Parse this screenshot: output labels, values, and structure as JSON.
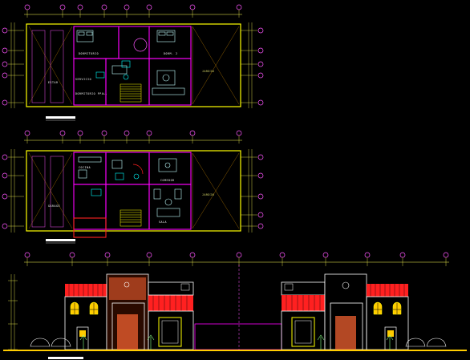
{
  "drawing": {
    "background": "#000000",
    "colors": {
      "wall": "#ffff00",
      "interior": "#ff00ff",
      "fixture": "#00ffff",
      "furniture": "#c0ffff",
      "dimension": "#ffff55",
      "axis_marker": "#ff55ff",
      "hatch": "#ffaa00",
      "roof_tile": "#ff2020",
      "brick": "#ff6633",
      "ground": "#ffcc00",
      "title_bar": "#ffffff",
      "plants": "#88ff88"
    },
    "upper_plan": {
      "room_labels": [
        "DORMITORIO",
        "DORM. 2",
        "SERVICIO",
        "DORMITORIO PPAL.",
        "JARDIN",
        "ESTAR"
      ]
    },
    "lower_plan": {
      "room_labels": [
        "COCINA",
        "COMEDOR",
        "GARAGE",
        "JARDIN",
        "SALA"
      ]
    },
    "elevation": {},
    "icons": [
      "axis-bubble-icon",
      "tree-icon",
      "car-icon",
      "stair-icon",
      "door-icon",
      "window-icon"
    ]
  }
}
